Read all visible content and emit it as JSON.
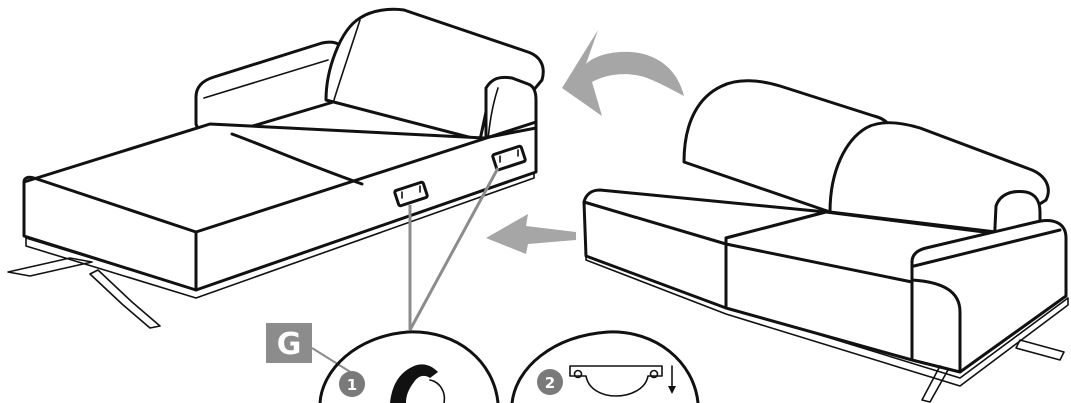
{
  "callout": {
    "label_box_text": "G",
    "step_one_number": "1",
    "step_two_number": "2"
  },
  "colors": {
    "outline": "#111111",
    "arrow_gray": "#a6a6a6",
    "label_box": "#8c8c8c",
    "step_badge": "#7a7a7a",
    "leader_line": "#8c8c8c"
  },
  "icons": {
    "move_arrow": "curved-arrow-icon",
    "push_arrow": "straight-arrow-icon",
    "hook_bracket": "hook-bracket-icon"
  }
}
